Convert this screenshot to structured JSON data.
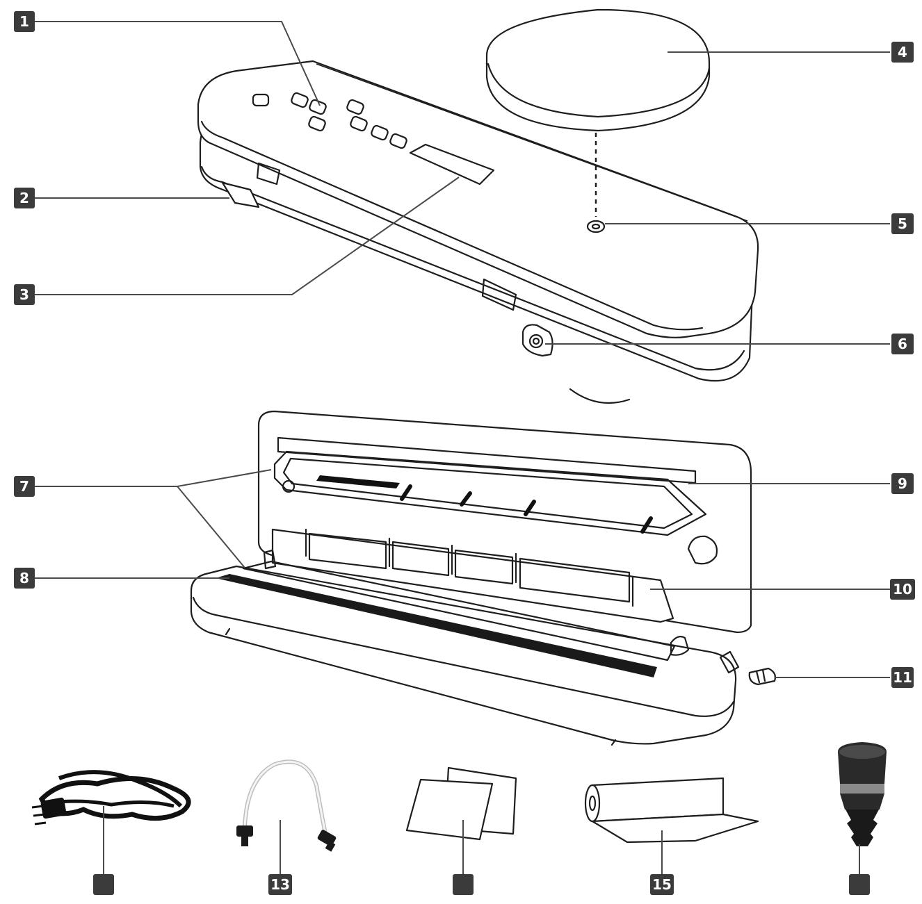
{
  "callouts": [
    {
      "id": "c1",
      "text": "1"
    },
    {
      "id": "c2",
      "text": "2"
    },
    {
      "id": "c3",
      "text": "3"
    },
    {
      "id": "c4",
      "text": "4"
    },
    {
      "id": "c5",
      "text": "5"
    },
    {
      "id": "c6",
      "text": "6"
    },
    {
      "id": "c7",
      "text": "7"
    },
    {
      "id": "c8",
      "text": "8"
    },
    {
      "id": "c9",
      "text": "9"
    },
    {
      "id": "c10",
      "text": "10"
    },
    {
      "id": "c11",
      "text": "11"
    },
    {
      "id": "c12",
      "text": ""
    },
    {
      "id": "c13",
      "text": "13"
    },
    {
      "id": "c14",
      "text": ""
    },
    {
      "id": "c15",
      "text": "15"
    },
    {
      "id": "c16",
      "text": ""
    }
  ],
  "colors": {
    "label_fill": "#3b3b3b",
    "label_text": "#ffffff",
    "line": "#1e1e1e",
    "cord": "#111111",
    "hose": "#e8e8e8",
    "stopper": "#2a2a2a"
  }
}
